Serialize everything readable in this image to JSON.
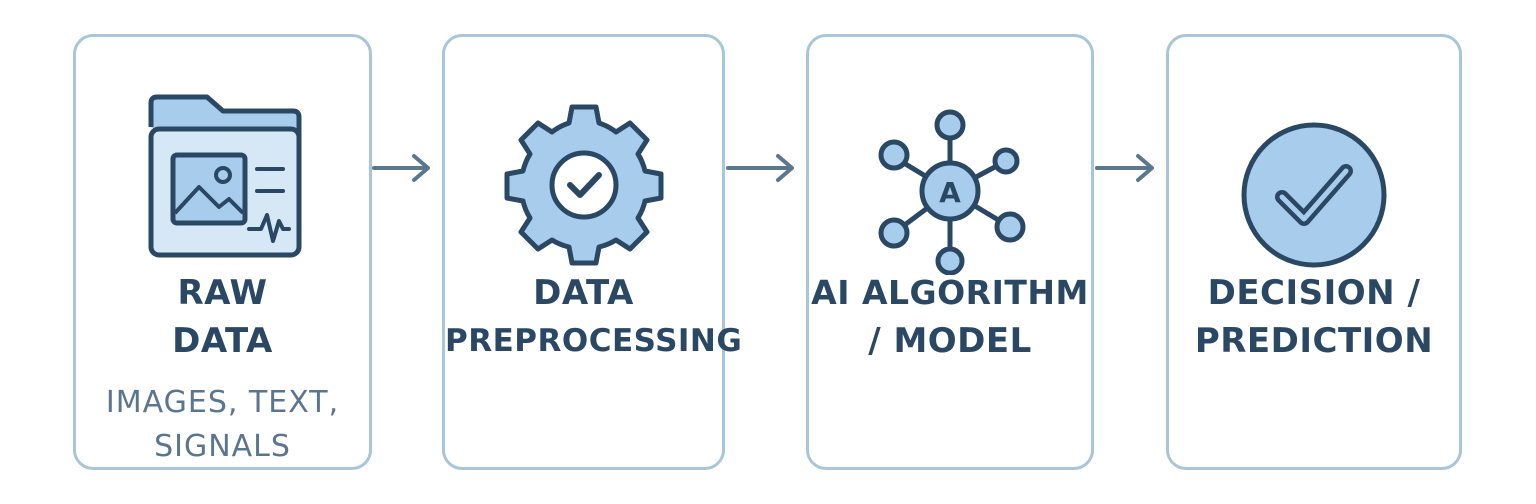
{
  "steps": [
    {
      "title_lines": [
        "RAW",
        "DATA"
      ],
      "subtitle_lines": [
        "IMAGES, TEXT,",
        "SIGNALS"
      ],
      "icon": "folder-data-icon"
    },
    {
      "title_lines": [
        "DATA",
        "PREPROCESSING"
      ],
      "icon": "gear-check-icon"
    },
    {
      "title_lines": [
        "AI ALGORITHM",
        "/ MODEL"
      ],
      "icon": "network-node-icon",
      "icon_letter": "A"
    },
    {
      "title_lines": [
        "DECISION /",
        "PREDICTION"
      ],
      "icon": "checkmark-circle-icon"
    }
  ],
  "colors": {
    "border": "#a9c6d8",
    "text": "#2a4864",
    "subtext": "#5a7590",
    "icon_stroke": "#2a4864",
    "icon_fill": "#a8cdec",
    "icon_fill_light": "#d6e7f6",
    "arrow": "#5b7790"
  }
}
